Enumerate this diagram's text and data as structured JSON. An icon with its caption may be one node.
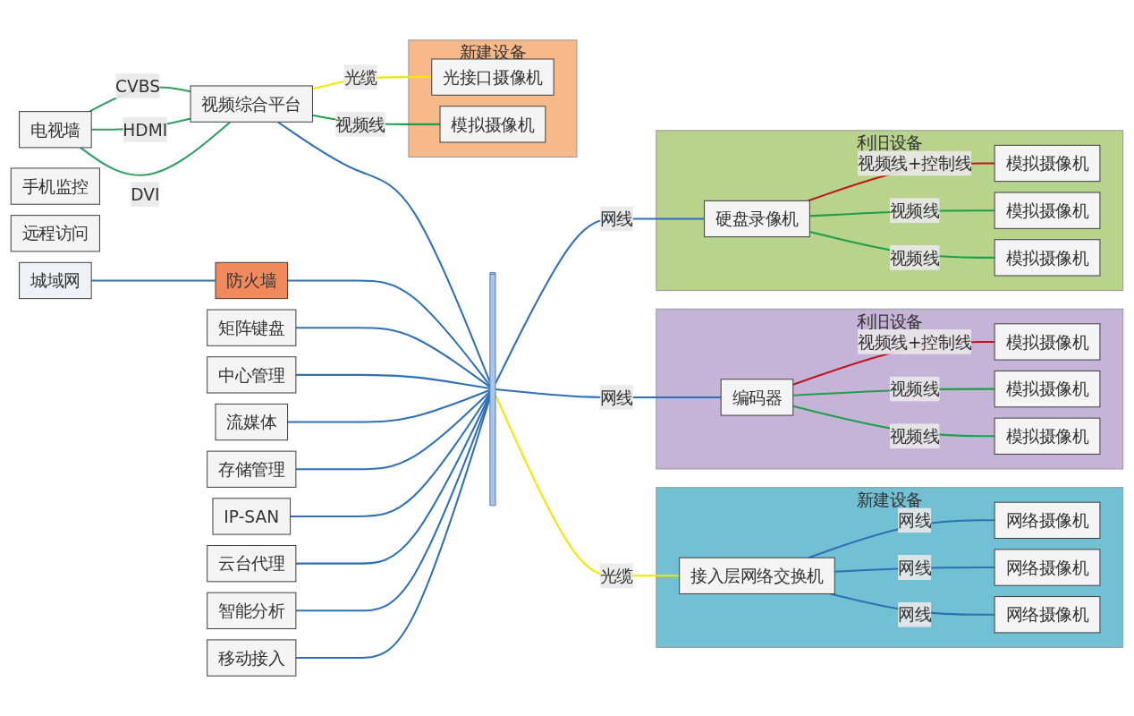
{
  "diagram": {
    "nodes": [
      {
        "text": [
          "电视墙"
        ]
      },
      {
        "text": [
          "视频综合平台"
        ]
      },
      {
        "text": [
          "手机监控"
        ]
      },
      {
        "text": [
          "远程访问"
        ]
      },
      {
        "text": [
          "城域网"
        ]
      },
      {
        "text": [
          "防火墙"
        ]
      },
      {
        "text": [],
        "shape": "bar"
      },
      {
        "text": [
          "矩阵键盘"
        ]
      },
      {
        "text": [
          "中心管理"
        ]
      },
      {
        "text": [
          "流媒体"
        ]
      },
      {
        "text": [
          "存储管理"
        ]
      },
      {
        "text": [
          "IP-SAN"
        ]
      },
      {
        "text": [
          "云台代理"
        ]
      },
      {
        "text": [
          "智能分析"
        ]
      },
      {
        "text": [
          "移动接入"
        ]
      },
      {
        "text": [
          "新建设备"
        ]
      },
      {
        "text": [
          "光接口摄像机"
        ],
        "in": 15
      },
      {
        "text": [
          "模拟摄像机"
        ],
        "in": 15
      },
      {
        "text": [
          "新建设备"
        ]
      },
      {
        "text": [
          "接入层网络交换机"
        ],
        "in": 18
      },
      {
        "text": [
          "网络摄像机"
        ],
        "in": 18
      },
      {
        "text": [
          "网络摄像机"
        ],
        "in": 18
      },
      {
        "text": [
          "网络摄像机"
        ],
        "in": 18
      },
      {
        "text": [
          "利旧设备"
        ]
      },
      {
        "text": [
          "编码器"
        ],
        "in": 23
      },
      {
        "text": [
          "模拟摄像机"
        ],
        "in": 23
      },
      {
        "text": [
          "模拟摄像机"
        ],
        "in": 23
      },
      {
        "text": [
          "模拟摄像机"
        ],
        "in": 23
      },
      {
        "text": [
          "利旧设备"
        ]
      },
      {
        "text": [
          "硬盘录像机"
        ],
        "in": 28
      },
      {
        "text": [
          "模拟摄像机"
        ],
        "in": 28
      },
      {
        "text": [
          "模拟摄像机"
        ],
        "in": 28
      },
      {
        "text": [
          "模拟摄像机"
        ],
        "in": 28
      }
    ],
    "edges": [
      {
        "from": 0,
        "to": 1,
        "arrow": "none",
        "label": "CVBS",
        "color": "#2e9e5e"
      },
      {
        "from": 0,
        "to": 1,
        "arrow": "none",
        "label": "HDMI",
        "color": "#2e9e5e"
      },
      {
        "from": 0,
        "to": 1,
        "arrow": "none",
        "label": "DVI",
        "color": "#2e9e5e"
      },
      {
        "from": 1,
        "to": 16,
        "arrow": "none",
        "label": "光缆",
        "color": "#f2e600"
      },
      {
        "from": 1,
        "to": 17,
        "arrow": "none",
        "label": "视频线",
        "color": "#1f9e4a"
      },
      {
        "from": 1,
        "to": 6,
        "arrow": "none"
      },
      {
        "from": 4,
        "to": 5,
        "arrow": "none"
      },
      {
        "from": 5,
        "to": 6,
        "arrow": "none"
      },
      {
        "from": 7,
        "to": 6,
        "arrow": "none"
      },
      {
        "from": 8,
        "to": 6,
        "arrow": "none"
      },
      {
        "from": 9,
        "to": 6,
        "arrow": "none"
      },
      {
        "from": 10,
        "to": 6,
        "arrow": "none"
      },
      {
        "from": 11,
        "to": 6,
        "arrow": "none"
      },
      {
        "from": 12,
        "to": 6,
        "arrow": "none"
      },
      {
        "from": 13,
        "to": 6,
        "arrow": "none"
      },
      {
        "from": 14,
        "to": 6,
        "arrow": "none"
      },
      {
        "from": 19,
        "to": 6,
        "arrow": "none",
        "label": "光缆",
        "color": "#f2e600"
      },
      {
        "from": 19,
        "to": 20,
        "arrow": "none",
        "label": "网线"
      },
      {
        "from": 19,
        "to": 21,
        "arrow": "none",
        "label": "网线"
      },
      {
        "from": 19,
        "to": 22,
        "arrow": "none",
        "label": "网线"
      },
      {
        "from": 24,
        "to": 6,
        "arrow": "none",
        "label": "网线"
      },
      {
        "from": 24,
        "to": 25,
        "arrow": "none",
        "label": "视频线+控制线",
        "color": "#c0141c"
      },
      {
        "from": 24,
        "to": 26,
        "arrow": "none",
        "label": "视频线",
        "color": "#1f9e4a"
      },
      {
        "from": 24,
        "to": 27,
        "arrow": "none",
        "label": "视频线",
        "color": "#1f9e4a"
      },
      {
        "from": 29,
        "to": 6,
        "arrow": "none",
        "label": "网线"
      },
      {
        "from": 29,
        "to": 30,
        "arrow": "none",
        "label": "视频线+控制线",
        "color": "#c0141c"
      },
      {
        "from": 29,
        "to": 31,
        "arrow": "none",
        "label": "视频线",
        "color": "#1f9e4a"
      },
      {
        "from": 29,
        "to": 32,
        "arrow": "none",
        "label": "视频线",
        "color": "#1f9e4a"
      }
    ]
  }
}
